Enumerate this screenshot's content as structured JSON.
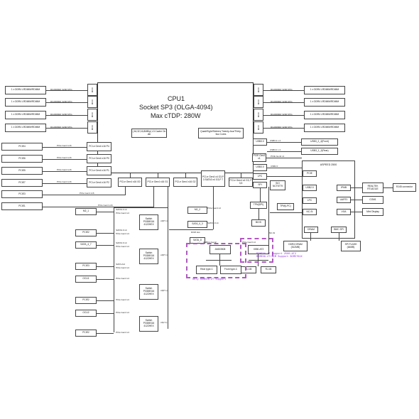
{
  "cpu": {
    "title": "CPU1",
    "socket": "Socket SP3 (OLGA-4094)",
    "tdp": "Max cTDP: 280W",
    "cache": "( 64,32,16,8MB/p) L3 Cache On die",
    "cores": "Quad/Eight/Sixteen/ Twenty-four/Thirty-two Cores"
  },
  "dimms": {
    "left": [
      "1 x DDR4 LRDIMM/RDIMM",
      "1 x DDR4 LRDIMM/RDIMM",
      "1 x DDR4 LRDIMM/RDIMM",
      "1 x DDR4 LRDIMM/RDIMM"
    ],
    "right": [
      "1 x DDR4 LRDIMM/RDIMM",
      "1 x DDR4 LRDIMM/RDIMM",
      "1 x DDR4 LRDIMM/RDIMM",
      "1 x DDR4 LRDIMM/RDIMM"
    ],
    "left_speed": "R/LRDIMM: 3200 MT/s",
    "right_speed": "R/LRDIMM: 3200 MT/s",
    "channels_left": [
      "MOD",
      "MOD",
      "MOD",
      "MOD"
    ],
    "channels_right": [
      "MOD",
      "MOD",
      "MOD",
      "MOD"
    ]
  },
  "left_slots": [
    {
      "name": "PCIE4",
      "link": "PCIe Gen4 x16",
      "port": "PCI-e Gen4 x16 P4"
    },
    {
      "name": "PCIE6",
      "link": "PCIe Gen4 x16",
      "port": "PCI-e Gen4 x16 P0"
    },
    {
      "name": "PCIE5",
      "link": "PCIe Gen4 x16",
      "port": "PCI-e Gen4 x16 P1"
    },
    {
      "name": "PCIE7",
      "link": "PCIe Gen4 x16",
      "port": "PCI-e Gen4 x16 P2"
    },
    {
      "name": "PCIE3",
      "link": "PCIe Gen4 x16",
      "port": ""
    },
    {
      "name": "PCIE1",
      "link": "PCIe Gen4 x16",
      "port": ""
    }
  ],
  "cpu_ports": [
    {
      "label": "PCI-e Gen4 x16 G0"
    },
    {
      "label": "PCI-e Gen4 x16 G1"
    },
    {
      "label": "PCI-e Gen4 x16 G2"
    },
    {
      "label": "PCI-e Gen4 x4 G3,P 3 SATA3 x4 G3,P 7"
    },
    {
      "label": "PCI-e Gen4 x4 G3, P 3,5"
    }
  ],
  "switches": [
    {
      "label": "Switch PI3DBS16 412ZHEX"
    },
    {
      "label": "Switch PI3DBS16 412ZHEX"
    },
    {
      "label": "Switch PI3DBS16 412ZHEX"
    },
    {
      "label": "Switch PI3DBS16 412ZHEX"
    }
  ],
  "lower_left": {
    "m2_1": "M2_1",
    "pcie2a": "PCIE2",
    "sata_4_7": "SATA_4_7",
    "pcie3": "PCIE3",
    "ocu1": "OCU1",
    "pcie2b": "PCIE2",
    "ocu2": "OCU2",
    "pcie2c": "PCIE2",
    "sata_gen3_x4": "SATA3.0 x4",
    "pcie_gen4_x4": "PCIe Gen4 x4",
    "sata_gen3_x4b": "SATA3.0 x4",
    "ssata": "SATA 2x4",
    "x4_a": "x4(P 1)",
    "x4_b": "x4(P 1)",
    "x4_c": "x4(P 1)",
    "x4_d": "x4(2 1)"
  },
  "mid": {
    "m2_2": "M2_2",
    "sata03": "SATA_0_3",
    "sata8": "SATA_8",
    "amd": "AMD3508",
    "x550": "X550-AT2",
    "rear_type_c": "Rear type-C",
    "front_type_c": "Front type-C",
    "rj45_1": "RJ-45",
    "rj45_2": "RJ-45",
    "sata_label": "SATA3.0 x4",
    "dom_label": "DOM slot",
    "usb_label": "USB3.1 Gen2",
    "pcie_x4": "PCIe Gen4 x4",
    "pcie_x4b": "PCIe Gen3 x4"
  },
  "right_chip": {
    "usb30": "USB3.0",
    "usb30b": "USB3.0",
    "usb31": "USB3.1",
    "usb32": "USB3.2",
    "usb32_port": "USB3_2_4(Front)",
    "usb3_1_port": "USB3_1_2(Rear)",
    "usb32_lbl": "USB3.2 x 2",
    "usb30_lbl": "USB3.0 x 2",
    "pcie": "PCIE Gen2 x1",
    "lpc": "LPC",
    "spi": "SPI",
    "tpm": "TPM(SPI)",
    "bios": "BIOS",
    "tpm2": "TPM(LPC)",
    "sio": "SIO NCT6779",
    "aspeed": "ASPEED 2500",
    "pcie_e": "PCIE",
    "usb20": "USB2.0",
    "lpc_e": "LPC",
    "nc_si": "NC-SI",
    "dram": "DRAM",
    "bmc_spi": "BMC SPI",
    "ddr4": "DDR4 DRAM (512MB)",
    "spi_flash": "SPI FLASH (64MB)",
    "ipmb": "IPMB",
    "uart": "UART0",
    "vga": "VGA",
    "realtek": "REALTEK RTL8211E",
    "rj45": "RJ45 connector",
    "com1": "COM1",
    "mini_dp": "Mini Display",
    "ncsi_lbl": "NC-SI"
  },
  "notes": {
    "romed8_2t": "ROMED8-2T Support 2500-AT2",
    "romed8_2t_cm": "ROMED8-2T/BCM Support BCM5761X",
    "only": "Only ROMED8-2T Support"
  }
}
